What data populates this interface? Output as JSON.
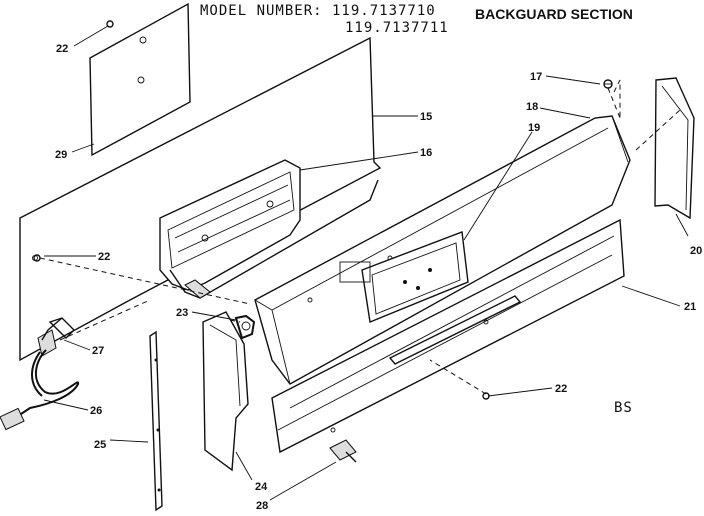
{
  "header": {
    "model_label": "MODEL NUMBER: 119.7137710",
    "model_label_2": "119.7137711",
    "section_title": "BACKGUARD SECTION"
  },
  "callouts": {
    "c22a": "22",
    "c29": "29",
    "c15": "15",
    "c16": "16",
    "c22b": "22",
    "c27": "27",
    "c26": "26",
    "c25": "25",
    "c23": "23",
    "c24": "24",
    "c28": "28",
    "c17": "17",
    "c18": "18",
    "c19": "19",
    "c20": "20",
    "c21": "21",
    "c22c": "22"
  },
  "footer": {
    "code": "BS"
  }
}
